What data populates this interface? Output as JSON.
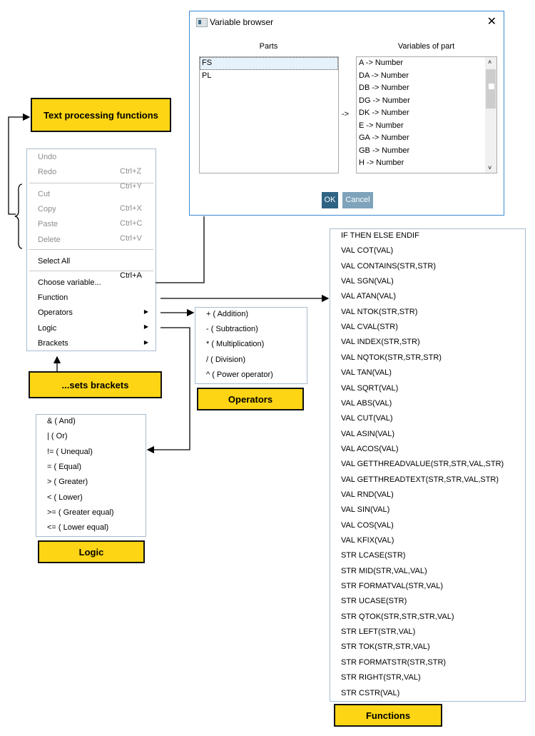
{
  "colors": {
    "callout": "#fdd514",
    "dialog_border": "#3c8ad6",
    "ok_button": "#2f6384",
    "cancel_button": "#7ea3ba"
  },
  "dialog": {
    "title": "Variable browser",
    "close_icon": "close-icon",
    "parts_header": "Parts",
    "variables_header": "Variables of part",
    "arrow_label": "->",
    "parts": [
      "FS",
      "PL"
    ],
    "variables": [
      "A -> Number",
      "DA -> Number",
      "DB -> Number",
      "DG -> Number",
      "DK -> Number",
      "E -> Number",
      "GA -> Number",
      "GB -> Number",
      "H -> Number"
    ],
    "ok": "OK",
    "cancel": "Cancel"
  },
  "context_menu": {
    "items": [
      {
        "label": "Undo",
        "shortcut": "Ctrl+Z",
        "disabled": true
      },
      {
        "label": "Redo",
        "shortcut": "Ctrl+Y",
        "disabled": true
      },
      {
        "label": "Cut",
        "shortcut": "Ctrl+X",
        "disabled": true
      },
      {
        "label": "Copy",
        "shortcut": "Ctrl+C",
        "disabled": true
      },
      {
        "label": "Paste",
        "shortcut": "Ctrl+V",
        "disabled": true
      },
      {
        "label": "Delete",
        "shortcut": "",
        "disabled": true
      },
      {
        "label": "Select All",
        "shortcut": "Ctrl+A",
        "disabled": false
      },
      {
        "label": "Choose variable...",
        "shortcut": "",
        "disabled": false
      },
      {
        "label": "Function",
        "shortcut": "",
        "disabled": false,
        "submenu": true
      },
      {
        "label": "Operators",
        "shortcut": "",
        "disabled": false,
        "submenu": true
      },
      {
        "label": "Logic",
        "shortcut": "",
        "disabled": false,
        "submenu": true
      },
      {
        "label": "Brackets",
        "shortcut": "",
        "disabled": false
      }
    ]
  },
  "operators": [
    "+ ( Addition)",
    "- ( Subtraction)",
    "* ( Multiplication)",
    "/ ( Division)",
    "^ ( Power operator)"
  ],
  "logic": [
    "& ( And)",
    "| ( Or)",
    "!= ( Unequal)",
    "= ( Equal)",
    "> ( Greater)",
    "< ( Lower)",
    ">= ( Greater equal)",
    "<= ( Lower equal)"
  ],
  "functions": [
    "IF THEN ELSE ENDIF",
    "VAL COT(VAL)",
    "VAL CONTAINS(STR,STR)",
    "VAL SGN(VAL)",
    "VAL ATAN(VAL)",
    "VAL NTOK(STR,STR)",
    "VAL CVAL(STR)",
    "VAL INDEX(STR,STR)",
    "VAL NQTOK(STR,STR,STR)",
    "VAL TAN(VAL)",
    "VAL SQRT(VAL)",
    "VAL ABS(VAL)",
    "VAL CUT(VAL)",
    "VAL ASIN(VAL)",
    "VAL ACOS(VAL)",
    "VAL GETTHREADVALUE(STR,STR,VAL,STR)",
    "VAL GETTHREADTEXT(STR,STR,VAL,STR)",
    "VAL RND(VAL)",
    "VAL SIN(VAL)",
    "VAL COS(VAL)",
    "VAL KFIX(VAL)",
    "STR LCASE(STR)",
    "STR MID(STR,VAL,VAL)",
    "STR FORMATVAL(STR,VAL)",
    "STR UCASE(STR)",
    "STR QTOK(STR,STR,STR,VAL)",
    "STR LEFT(STR,VAL)",
    "STR TOK(STR,STR,VAL)",
    "STR FORMATSTR(STR,STR)",
    "STR RIGHT(STR,VAL)",
    "STR CSTR(VAL)"
  ],
  "callouts": {
    "text_processing": "Text processing functions",
    "brackets": "...sets brackets",
    "operators": "Operators",
    "logic": "Logic",
    "functions": "Functions"
  }
}
